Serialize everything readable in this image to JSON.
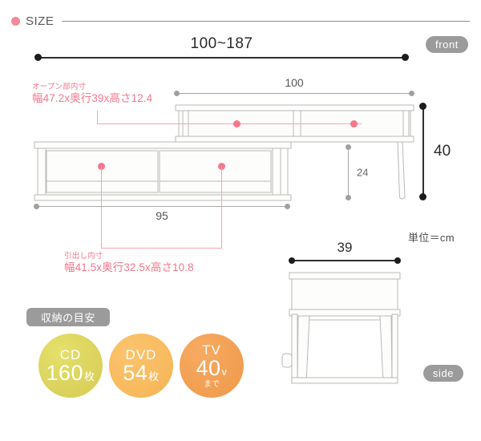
{
  "header": {
    "bullet_icon": "bullet-dot-icon",
    "title": "SIZE"
  },
  "badges": {
    "front": "front",
    "side": "side",
    "storage_guide": "収納の目安"
  },
  "unit_note": "単位＝cm",
  "dimensions": {
    "total_width": "100~187",
    "top_shelf_width": "100",
    "cabinet_width": "95",
    "total_height": "40",
    "under_clearance": "24",
    "depth": "39"
  },
  "callouts": {
    "open_section": {
      "label": "オープン部内寸",
      "value": "幅47.2x奥行39x高さ12.4"
    },
    "drawer_section": {
      "label": "引出し内寸",
      "value": "幅41.5x奥行32.5x高さ10.8"
    }
  },
  "storage": {
    "items": [
      {
        "name": "CD",
        "count": "160",
        "unit": "枚",
        "suffix": "",
        "color": "#dcd45e"
      },
      {
        "name": "DVD",
        "count": "54",
        "unit": "枚",
        "suffix": "",
        "color": "#f8bb60"
      },
      {
        "name": "TV",
        "count": "40",
        "unit": "v",
        "suffix": "まで",
        "color": "#f2a054"
      }
    ]
  },
  "colors": {
    "accent_pink": "#f4778c",
    "badge_gray": "#9b9b9b",
    "line_dark": "#2e2e2e",
    "line_gray": "#a8a8a8"
  }
}
